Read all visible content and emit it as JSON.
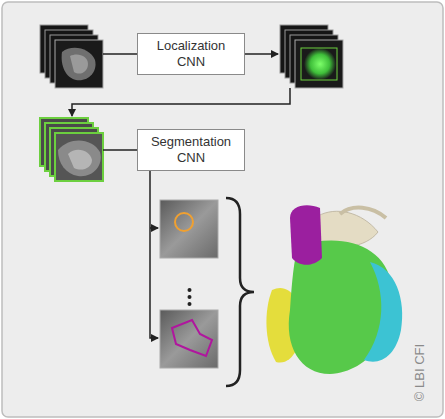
{
  "diagram": {
    "nodes": [
      {
        "text": [
          "Localization CNN"
        ]
      },
      {
        "text": [
          "Segmentation CNN"
        ]
      }
    ],
    "labels": [
      "© LBI CFI"
    ]
  }
}
